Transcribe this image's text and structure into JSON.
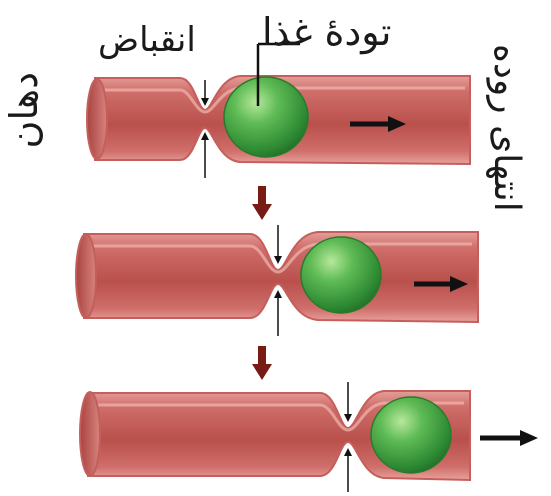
{
  "labels": {
    "food_bolus": "تودۀ غذا",
    "constriction": "انقباض",
    "mouth": "دهان",
    "intestine_end": "انتهای روده"
  },
  "colors": {
    "tube_wall": "#cf6e6a",
    "tube_inner": "#b84e4b",
    "tube_highlight": "#eaa5a1",
    "bolus": "#3d9a3f",
    "bolus_highlight": "#a9dc8f",
    "step_arrow": "#7a1a14",
    "flow_arrow": "#111111"
  },
  "stages": [
    {
      "id": 1
    },
    {
      "id": 2
    },
    {
      "id": 3
    }
  ]
}
